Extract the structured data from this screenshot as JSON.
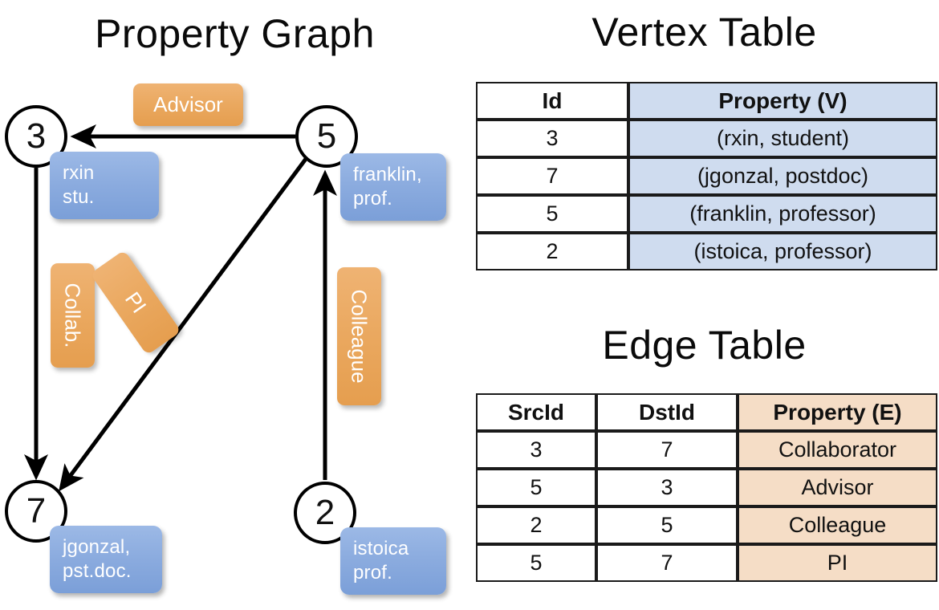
{
  "titles": {
    "property_graph": "Property Graph",
    "vertex_table": "Vertex Table",
    "edge_table": "Edge Table"
  },
  "graph": {
    "nodes": [
      {
        "id": "3",
        "property": "rxin\nstu."
      },
      {
        "id": "5",
        "property": "franklin,\nprof."
      },
      {
        "id": "7",
        "property": "jgonzal,\npst.doc."
      },
      {
        "id": "2",
        "property": "istoica\nprof."
      }
    ],
    "node_labels": {
      "n3": "3",
      "n5": "5",
      "n7": "7",
      "n2": "2"
    },
    "vertex_props": {
      "rxin_line1": "rxin",
      "rxin_line2": "stu.",
      "franklin_line1": "franklin,",
      "franklin_line2": "prof.",
      "jgonzal_line1": "jgonzal,",
      "jgonzal_line2": "pst.doc.",
      "istoica_line1": "istoica",
      "istoica_line2": "prof."
    },
    "edge_labels": {
      "advisor": "Advisor",
      "collab": "Collab.",
      "pi": "PI",
      "colleague": "Colleague"
    },
    "edges": [
      {
        "src": "5",
        "dst": "3",
        "label": "Advisor"
      },
      {
        "src": "3",
        "dst": "7",
        "label": "Collab."
      },
      {
        "src": "5",
        "dst": "7",
        "label": "PI"
      },
      {
        "src": "2",
        "dst": "5",
        "label": "Colleague"
      }
    ]
  },
  "vertex_table": {
    "headers": [
      "Id",
      "Property (V)"
    ],
    "rows": [
      {
        "id": "3",
        "property": "(rxin, student)"
      },
      {
        "id": "7",
        "property": "(jgonzal, postdoc)"
      },
      {
        "id": "5",
        "property": "(franklin, professor)"
      },
      {
        "id": "2",
        "property": "(istoica, professor)"
      }
    ]
  },
  "edge_table": {
    "headers": [
      "SrcId",
      "DstId",
      "Property (E)"
    ],
    "rows": [
      {
        "src": "3",
        "dst": "7",
        "property": "Collaborator"
      },
      {
        "src": "5",
        "dst": "3",
        "property": "Advisor"
      },
      {
        "src": "2",
        "dst": "5",
        "property": "Colleague"
      },
      {
        "src": "5",
        "dst": "7",
        "property": "PI"
      }
    ]
  },
  "colors": {
    "vertex_property_fill": "#cfdcef",
    "edge_property_fill": "#f5ddc6",
    "vertex_box": "#8cacdf",
    "edge_box": "#eaa85f",
    "stroke": "#000000",
    "background": "#ffffff"
  }
}
